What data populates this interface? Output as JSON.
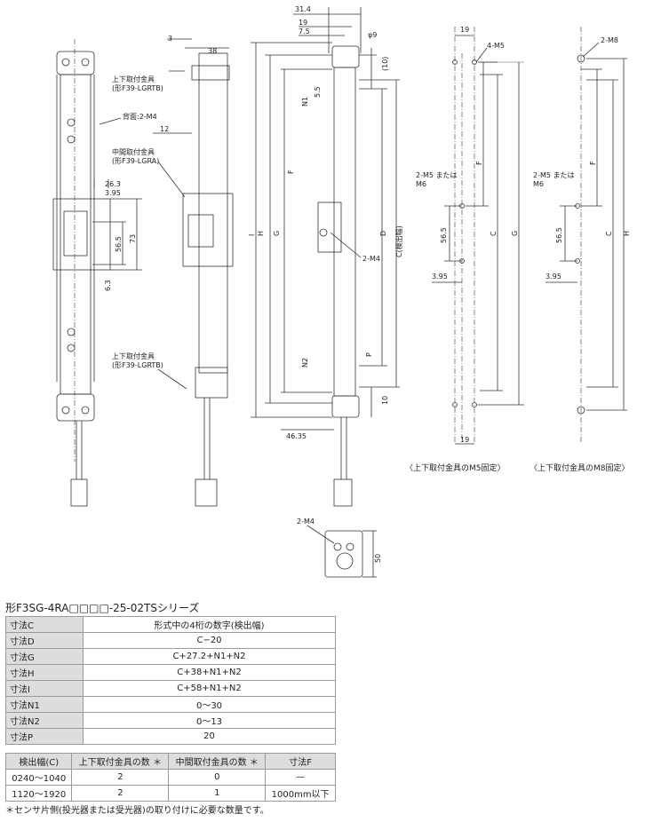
{
  "drawing": {
    "labels": {
      "d31_4": "31.4",
      "d19_top": "19",
      "d7_5": "7.5",
      "phi9": "φ9",
      "d3": "3",
      "d38": "38",
      "d12": "12",
      "d10_top": "(10)",
      "d5_5": "5.5",
      "N1": "N1",
      "F": "F",
      "G": "G",
      "H": "H",
      "I": "I",
      "D": "D",
      "C_detect": "C(検出幅)",
      "m4_mid": "2-M4",
      "N2": "N2",
      "P": "P",
      "d10_bot": "10",
      "d46_35": "46.35",
      "d26_3": "26.3",
      "d3_95a": "3.95",
      "d56_5a": "56.5",
      "d73": "73",
      "d6_3": "6.3",
      "back_m4": "背面:2-M4",
      "bracket_top_1": "上下取付金具",
      "bracket_top_2": "(形F39-LGRTB)",
      "bracket_mid_1": "中間取付金具",
      "bracket_mid_2": "(形F39-LGRA)",
      "bracket_bot_1": "上下取付金具",
      "bracket_bot_2": "(形F39-LGRTB)",
      "m4_bottom": "2-M4",
      "d50": "50",
      "m5_d19a": "19",
      "m5_4m5": "4-M5",
      "m5_F": "F",
      "m5_2m5": "2-M5 または",
      "m5_m6": "M6",
      "m5_56_5": "56.5",
      "m5_C": "C",
      "m5_G": "G",
      "m5_3_95": "3.95",
      "m5_d19b": "19",
      "m5_caption": "〈上下取付金具のM5固定〉",
      "m8_2m8": "2-M8",
      "m8_F": "F",
      "m8_2m5": "2-M5 または",
      "m8_m6": "M6",
      "m8_56_5": "56.5",
      "m8_C": "C",
      "m8_H": "H",
      "m8_3_95": "3.95",
      "m8_caption": "〈上下取付金具のM8固定〉"
    }
  },
  "series_title": "形F3SG-4RA□□□□-25-02TSシリーズ",
  "spec_rows": [
    {
      "label": "寸法C",
      "value": "形式中の4桁の数字(検出幅)"
    },
    {
      "label": "寸法D",
      "value": "C−20"
    },
    {
      "label": "寸法G",
      "value": "C+27.2+N1+N2"
    },
    {
      "label": "寸法H",
      "value": "C+38+N1+N2"
    },
    {
      "label": "寸法I",
      "value": "C+58+N1+N2"
    },
    {
      "label": "寸法N1",
      "value": "0〜30"
    },
    {
      "label": "寸法N2",
      "value": "0〜13"
    },
    {
      "label": "寸法P",
      "value": "20"
    }
  ],
  "range_table": {
    "headers": [
      "検出幅(C)",
      "上下取付金具の数 ＊",
      "中間取付金具の数 ＊",
      "寸法F"
    ],
    "rows": [
      [
        "0240〜1040",
        "2",
        "0",
        "—"
      ],
      [
        "1120〜1920",
        "2",
        "1",
        "1000mm以下"
      ]
    ]
  },
  "footnote": "＊センサ片側(投光器または受光器)の取り付けに必要な数量です。"
}
